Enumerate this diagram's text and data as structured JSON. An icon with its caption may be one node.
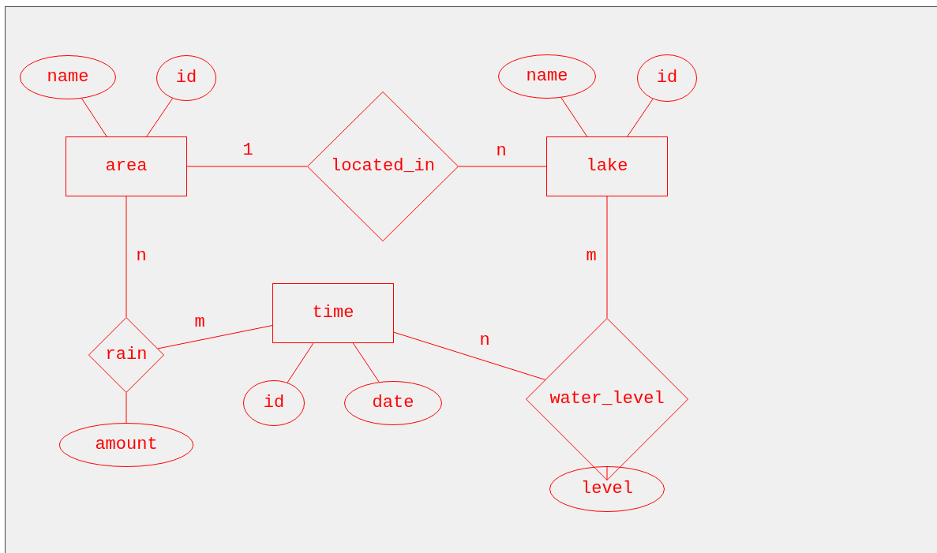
{
  "diagram": {
    "nodes": [
      {
        "text": [
          "area"
        ]
      },
      {
        "text": [
          "name"
        ]
      },
      {
        "text": [
          "id"
        ]
      },
      {
        "text": [
          "located_in"
        ]
      },
      {
        "text": [
          "lake"
        ]
      },
      {
        "text": [
          "name"
        ]
      },
      {
        "text": [
          "id"
        ]
      },
      {
        "text": [
          "time"
        ]
      },
      {
        "text": [
          "rain"
        ]
      },
      {
        "text": [
          "amount"
        ]
      },
      {
        "text": [
          "id"
        ]
      },
      {
        "text": [
          "date"
        ]
      },
      {
        "text": [
          "water_level"
        ]
      },
      {
        "text": [
          "level"
        ]
      }
    ],
    "edges": [
      {
        "from": 1,
        "to": 0,
        "arrow": "none"
      },
      {
        "from": 2,
        "to": 0,
        "arrow": "none"
      },
      {
        "from": 0,
        "to": 3,
        "arrow": "none",
        "label": "1"
      },
      {
        "from": 3,
        "to": 4,
        "arrow": "none",
        "label": "n"
      },
      {
        "from": 5,
        "to": 4,
        "arrow": "none"
      },
      {
        "from": 6,
        "to": 4,
        "arrow": "none"
      },
      {
        "from": 0,
        "to": 8,
        "arrow": "none",
        "label": "n"
      },
      {
        "from": 8,
        "to": 7,
        "arrow": "none",
        "label": "m"
      },
      {
        "from": 7,
        "to": 10,
        "arrow": "none"
      },
      {
        "from": 7,
        "to": 11,
        "arrow": "none"
      },
      {
        "from": 4,
        "to": 12,
        "arrow": "none",
        "label": "m"
      },
      {
        "from": 7,
        "to": 12,
        "arrow": "none",
        "label": "n"
      },
      {
        "from": 8,
        "to": 9,
        "arrow": "none"
      },
      {
        "from": 12,
        "to": 13,
        "arrow": "none"
      }
    ]
  }
}
